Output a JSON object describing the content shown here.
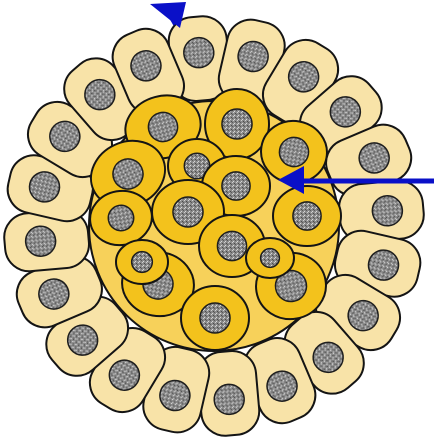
{
  "diagram": {
    "colors": {
      "background": "#ffffff",
      "outer_cell_fill": "#f8e3a8",
      "inner_cell_fill": "#f3c21c",
      "inner_core_fill": "#f7d15a",
      "cell_outline": "#141414",
      "nucleus_fill": "#8a8a8a",
      "nucleus_outline": "#1e1e1e",
      "arrow": "#0a10c8"
    },
    "annotations": [
      {
        "id": "top-arrow",
        "direction": "up-left",
        "label": ""
      },
      {
        "id": "right-arrow",
        "direction": "left",
        "label": ""
      }
    ]
  }
}
